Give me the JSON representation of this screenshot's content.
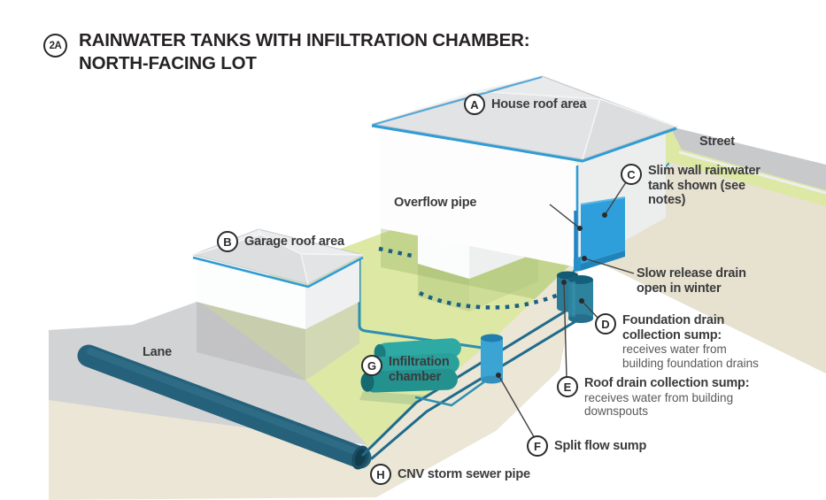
{
  "title": {
    "badge": "2A",
    "line1": "RAINWATER TANKS WITH INFILTRATION CHAMBER:",
    "line2": "NORTH-FACING LOT"
  },
  "plain_labels": {
    "street": "Street",
    "lane": "Lane",
    "overflow_pipe": "Overflow pipe",
    "slow_release_line1": "Slow release drain",
    "slow_release_line2": "open in winter"
  },
  "callouts": {
    "a": {
      "letter": "A",
      "label": "House roof area"
    },
    "b": {
      "letter": "B",
      "label": "Garage roof area"
    },
    "c": {
      "letter": "C",
      "line1": "Slim wall rainwater",
      "line2": "tank shown (see",
      "line3": "notes)"
    },
    "d": {
      "letter": "D",
      "bold1": "Foundation drain",
      "bold2": "collection sump:",
      "desc1": "receives water from",
      "desc2": "building foundation drains"
    },
    "e": {
      "letter": "E",
      "bold1": "Roof drain collection sump:",
      "desc1": "receives water from building",
      "desc2": "downspouts"
    },
    "f": {
      "letter": "F",
      "label": "Split flow sump"
    },
    "g": {
      "letter": "G",
      "line1": "Infiltration",
      "line2": "chamber"
    },
    "h": {
      "letter": "H",
      "label": "CNV storm sewer pipe"
    }
  },
  "colors": {
    "tank_blue": "#2f9fdb",
    "gutter_blue": "#2f9cd6",
    "pipe_teal": "#1e6b8c",
    "sewer_teal": "#26617b",
    "chamber_teal": "#2aa3a0",
    "lawn_green": "#dce8a4",
    "street_gray": "#c8c9cb",
    "lane_gray": "#d2d3d5",
    "ground_beige": "#e8e3d1",
    "text_dark": "#3a3b3d",
    "text_secondary": "#58595b"
  }
}
